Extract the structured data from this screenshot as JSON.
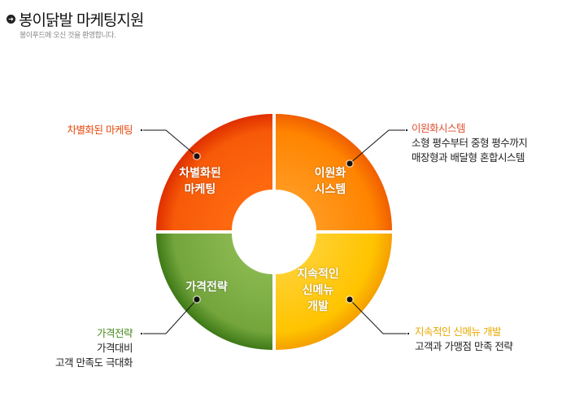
{
  "header": {
    "title": "봉이닭발 마케팅지원",
    "subtitle": "봉이푸드에 오신 것을 환영합니다."
  },
  "segments": [
    {
      "id": "differentiated",
      "label_lines": [
        "차별화된",
        "마케팅"
      ],
      "color": "#f54d05",
      "callout": {
        "heading": "차별화된 마케팅",
        "heading_color": "#e84a10",
        "lines": []
      }
    },
    {
      "id": "dual",
      "label_lines": [
        "이원화",
        "시스템"
      ],
      "color": "#ff8200",
      "callout": {
        "heading": "이원화시스템",
        "heading_color": "#e05030",
        "lines": [
          "소형 평수부터 중형 평수까지",
          "매장형과 배달형 혼합시스템"
        ]
      }
    },
    {
      "id": "menu",
      "label_lines": [
        "지속적인",
        "신메뉴",
        "개발"
      ],
      "color": "#ffc400",
      "callout": {
        "heading": "지속적인 신메뉴 개발",
        "heading_color": "#e8a800",
        "lines": [
          "고객과 가맹점 만족 전략"
        ]
      }
    },
    {
      "id": "price",
      "label_lines": [
        "가격전략"
      ],
      "color": "#6c9e37",
      "callout": {
        "heading": "가격전략",
        "heading_color": "#4a8a20",
        "lines": [
          "가격대비",
          "고객 만족도 극대화"
        ]
      }
    }
  ]
}
